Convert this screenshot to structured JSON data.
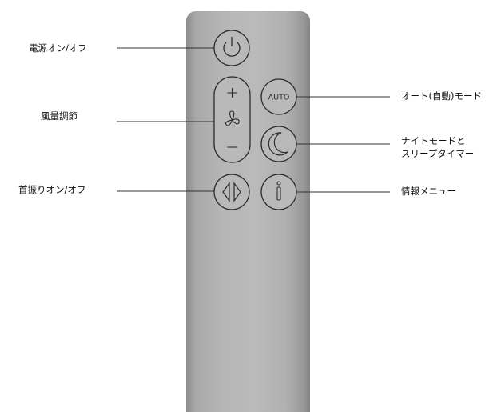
{
  "labels": {
    "power": "電源オン/オフ",
    "fan_speed": "風量調節",
    "oscillation": "首振りオン/オフ",
    "auto_mode": "オート(自動)モード",
    "night_mode_line1": "ナイトモードと",
    "night_mode_line2": "スリープタイマー",
    "info_menu": "情報メニュー"
  },
  "buttons": {
    "auto_text": "AUTO",
    "plus": "+",
    "minus": "−"
  },
  "colors": {
    "remote_body": "#b3b3b3",
    "button_outline": "#2f2f2f",
    "leader_line": "#333333"
  }
}
